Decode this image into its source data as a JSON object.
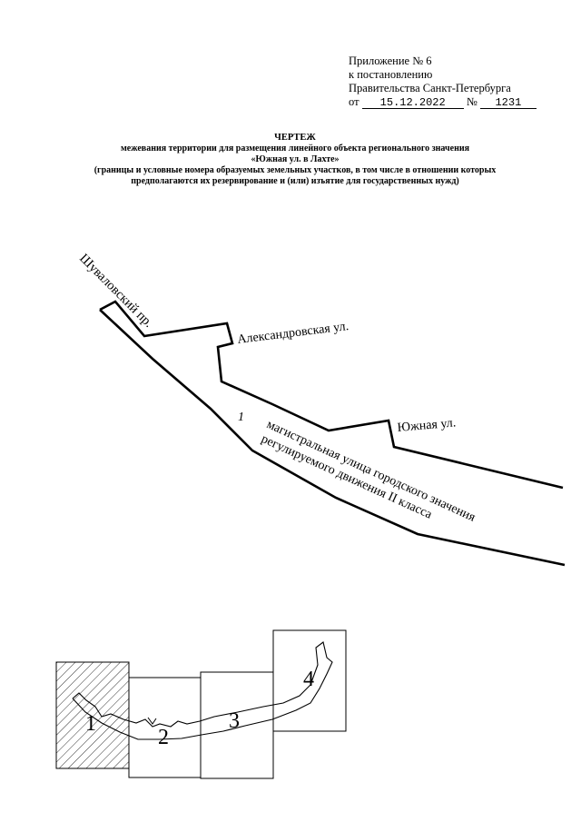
{
  "appendix": {
    "line1": "Приложение № 6",
    "line2": "к постановлению",
    "line3": "Правительства Санкт-Петербурга",
    "date_prefix": "от",
    "date": "15.12.2022",
    "number_prefix": "№",
    "number": "1231"
  },
  "title": {
    "heading": "ЧЕРТЕЖ",
    "line1": "межевания территории для размещения линейного объекта регионального значения",
    "line2": "«Южная ул. в Лахте»",
    "line3": "(границы и условные номера образуемых земельных участков, в том числе в отношении которых",
    "line4": "предполагаются их резервирование и (или) изъятие для государственных нужд)"
  },
  "map": {
    "street_shuvalovsky": "Шуваловский пр.",
    "street_aleksandrovskaya": "Александровская ул.",
    "street_yuzhnaya": "Южная ул.",
    "parcel_number": "1",
    "road_desc_line1": "магистральная улица городского значения",
    "road_desc_line2": "регулируемого движения II класса"
  },
  "index_map": {
    "sheets": [
      "1",
      "2",
      "3",
      "4"
    ],
    "active_sheet": "1"
  }
}
